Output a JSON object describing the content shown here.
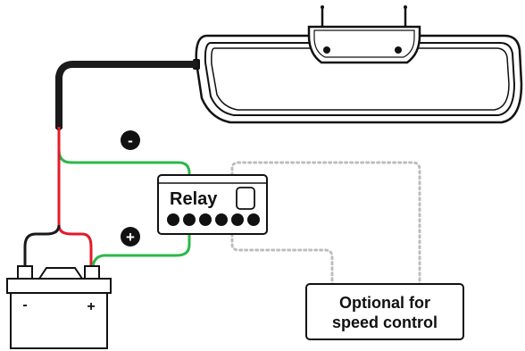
{
  "relay": {
    "label": "Relay"
  },
  "battery": {
    "negative_terminal": "-",
    "positive_terminal": "+"
  },
  "badges": {
    "negative": "-",
    "positive": "+"
  },
  "note": {
    "line1": "Optional for",
    "line2": "speed control"
  },
  "colors": {
    "ground_wire": "#2db84a",
    "positive_wire": "#e11b2a",
    "cable": "#1a1a1a",
    "optional_wire": "#bdbdbd"
  }
}
